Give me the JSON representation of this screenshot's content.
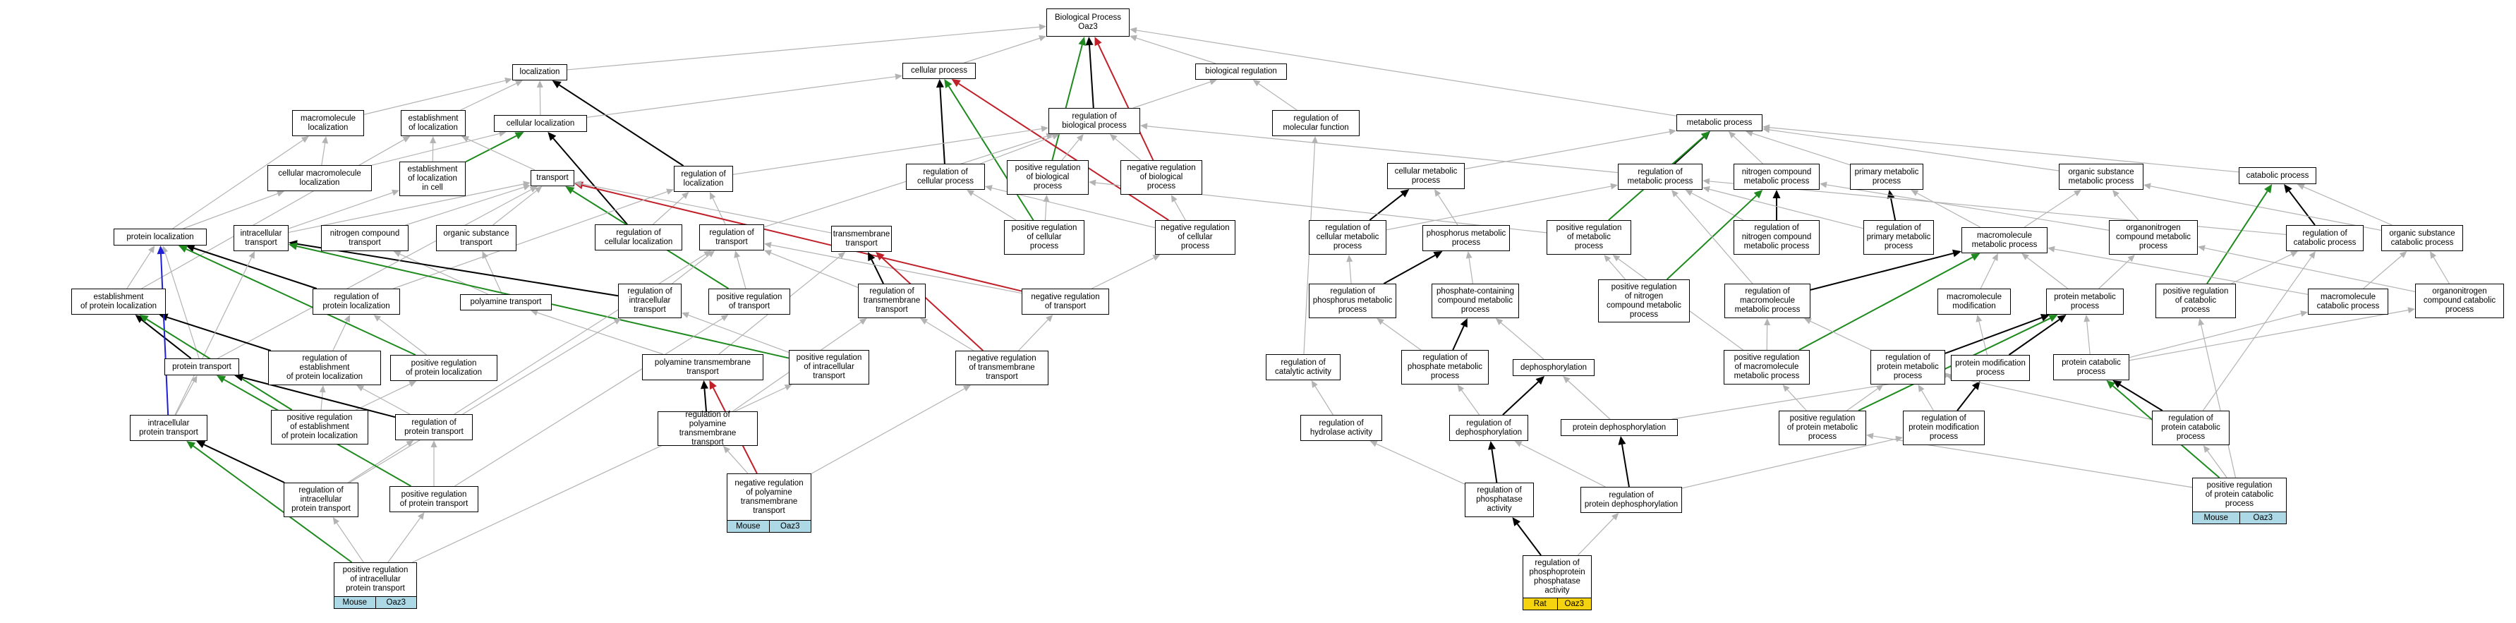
{
  "colors": {
    "default_edge": "#b3b3b3",
    "is_a": "#000000",
    "positive": "#1e8a1e",
    "negative": "#c0202a",
    "part_of": "#1f1fd6",
    "mouse_tag": "#add8e6",
    "rat_tag": "#f5d30f"
  },
  "nodes": [
    {
      "id": "bp",
      "label": "Biological Process\nOaz3"
    },
    {
      "id": "loc",
      "label": "localization"
    },
    {
      "id": "cp",
      "label": "cellular process"
    },
    {
      "id": "breg",
      "label": "biological regulation"
    },
    {
      "id": "macloc",
      "label": "macromolecule\nlocalization"
    },
    {
      "id": "estloc",
      "label": "establishment\nof localization"
    },
    {
      "id": "cloc",
      "label": "cellular localization"
    },
    {
      "id": "regbp",
      "label": "regulation of\nbiological process"
    },
    {
      "id": "regmf",
      "label": "regulation of\nmolecular function"
    },
    {
      "id": "mp",
      "label": "metabolic process"
    },
    {
      "id": "cmacloc",
      "label": "cellular macromolecule\nlocalization"
    },
    {
      "id": "estlocc",
      "label": "establishment\nof localization\nin cell"
    },
    {
      "id": "trans",
      "label": "transport"
    },
    {
      "id": "regloc",
      "label": "regulation of\nlocalization"
    },
    {
      "id": "regcp",
      "label": "regulation of\ncellular process"
    },
    {
      "id": "posbp",
      "label": "positive regulation\nof biological\nprocess"
    },
    {
      "id": "negbp",
      "label": "negative regulation\nof biological\nprocess"
    },
    {
      "id": "cmp",
      "label": "cellular metabolic\nprocess"
    },
    {
      "id": "regmp",
      "label": "regulation of\nmetabolic process"
    },
    {
      "id": "ncmp",
      "label": "nitrogen compound\nmetabolic process"
    },
    {
      "id": "pmp",
      "label": "primary metabolic\nprocess"
    },
    {
      "id": "osmp",
      "label": "organic substance\nmetabolic process"
    },
    {
      "id": "catp",
      "label": "catabolic process"
    },
    {
      "id": "ploc",
      "label": "protein localization"
    },
    {
      "id": "ictr",
      "label": "intracellular\ntransport"
    },
    {
      "id": "nctr",
      "label": "nitrogen compound\ntransport"
    },
    {
      "id": "ostr",
      "label": "organic substance\ntransport"
    },
    {
      "id": "regcloc",
      "label": "regulation of\ncellular localization"
    },
    {
      "id": "regtr",
      "label": "regulation of\ntransport"
    },
    {
      "id": "tmtr",
      "label": "transmembrane\ntransport"
    },
    {
      "id": "poscp",
      "label": "positive regulation\nof cellular\nprocess"
    },
    {
      "id": "negcp",
      "label": "negative regulation\nof cellular\nprocess"
    },
    {
      "id": "regcmp",
      "label": "regulation of\ncellular metabolic\nprocess"
    },
    {
      "id": "phmp",
      "label": "phosphorus metabolic\nprocess"
    },
    {
      "id": "posmp",
      "label": "positive regulation\nof metabolic\nprocess"
    },
    {
      "id": "regncmp",
      "label": "regulation of\nnitrogen compound\nmetabolic process"
    },
    {
      "id": "regpmp",
      "label": "regulation of\nprimary metabolic\nprocess"
    },
    {
      "id": "macmp",
      "label": "macromolecule\nmetabolic process"
    },
    {
      "id": "oncmp",
      "label": "organonitrogen\ncompound metabolic\nprocess"
    },
    {
      "id": "regcatp",
      "label": "regulation of\ncatabolic process"
    },
    {
      "id": "oscp",
      "label": "organic substance\ncatabolic process"
    },
    {
      "id": "estploc",
      "label": "establishment\nof protein localization"
    },
    {
      "id": "regploc",
      "label": "regulation of\nprotein localization"
    },
    {
      "id": "polytr",
      "label": "polyamine transport"
    },
    {
      "id": "regictr",
      "label": "regulation of\nintracellular\ntransport"
    },
    {
      "id": "postr",
      "label": "positive regulation\nof transport"
    },
    {
      "id": "regtmtr",
      "label": "regulation of\ntransmembrane\ntransport"
    },
    {
      "id": "negtr",
      "label": "negative regulation\nof transport"
    },
    {
      "id": "regphmp",
      "label": "regulation of\nphosphorus metabolic\nprocess"
    },
    {
      "id": "phcmp",
      "label": "phosphate-containing\ncompound metabolic\nprocess"
    },
    {
      "id": "posncmp",
      "label": "positive regulation\nof nitrogen\ncompound metabolic\nprocess"
    },
    {
      "id": "regmacmp",
      "label": "regulation of\nmacromolecule\nmetabolic process"
    },
    {
      "id": "macmod",
      "label": "macromolecule\nmodification"
    },
    {
      "id": "protmp",
      "label": "protein metabolic\nprocess"
    },
    {
      "id": "poscatp",
      "label": "positive regulation\nof catabolic\nprocess"
    },
    {
      "id": "maccp",
      "label": "macromolecule\ncatabolic process"
    },
    {
      "id": "onccp",
      "label": "organonitrogen\ncompound catabolic\nprocess"
    },
    {
      "id": "prottr",
      "label": "protein transport"
    },
    {
      "id": "regestploc",
      "label": "regulation of\nestablishment\nof protein localization"
    },
    {
      "id": "posploc",
      "label": "positive regulation\nof protein localization"
    },
    {
      "id": "polytmtr",
      "label": "polyamine transmembrane\ntransport"
    },
    {
      "id": "posictr",
      "label": "positive regulation\nof intracellular\ntransport"
    },
    {
      "id": "negtmtr",
      "label": "negative regulation\nof transmembrane\ntransport"
    },
    {
      "id": "regcat",
      "label": "regulation of\ncatalytic activity"
    },
    {
      "id": "regphp",
      "label": "regulation of\nphosphate metabolic\nprocess"
    },
    {
      "id": "deph",
      "label": "dephosphorylation"
    },
    {
      "id": "posmacmp",
      "label": "positive regulation\nof macromolecule\nmetabolic process"
    },
    {
      "id": "regprotmp",
      "label": "regulation of\nprotein metabolic\nprocess"
    },
    {
      "id": "protmod",
      "label": "protein modification\nprocess"
    },
    {
      "id": "protcp",
      "label": "protein catabolic\nprocess"
    },
    {
      "id": "icprottr",
      "label": "intracellular\nprotein transport"
    },
    {
      "id": "posestploc",
      "label": "positive regulation\nof establishment\nof protein localization"
    },
    {
      "id": "regprottr",
      "label": "regulation of\nprotein transport"
    },
    {
      "id": "regpolytmtr",
      "label": "regulation of\npolyamine transmembrane\ntransport"
    },
    {
      "id": "reghyd",
      "label": "regulation of\nhydrolase activity"
    },
    {
      "id": "regdeph",
      "label": "regulation of\ndephosphorylation"
    },
    {
      "id": "protdeph",
      "label": "protein dephosphorylation"
    },
    {
      "id": "posprotmp",
      "label": "positive regulation\nof protein metabolic\nprocess"
    },
    {
      "id": "regprotmod",
      "label": "regulation of\nprotein modification\nprocess"
    },
    {
      "id": "regprotcp",
      "label": "regulation of\nprotein catabolic\nprocess"
    },
    {
      "id": "regicprottr",
      "label": "regulation of\nintracellular\nprotein transport"
    },
    {
      "id": "posprottr",
      "label": "positive regulation\nof protein transport"
    },
    {
      "id": "negpolytmtr",
      "label": "negative regulation\nof polyamine\ntransmembrane\ntransport"
    },
    {
      "id": "regphosact",
      "label": "regulation of\nphosphatase\nactivity"
    },
    {
      "id": "regprotdeph",
      "label": "regulation of\nprotein dephosphorylation"
    },
    {
      "id": "posprotcp",
      "label": "positive regulation\nof protein catabolic\nprocess"
    },
    {
      "id": "posicprottr",
      "label": "positive regulation\nof intracellular\nprotein transport"
    },
    {
      "id": "regppact",
      "label": "regulation of\nphosphoprotein\nphosphatase\nactivity"
    }
  ],
  "tags": [
    {
      "node": "negpolytmtr",
      "species": "Mouse",
      "gene": "Oaz3",
      "color": "mouse"
    },
    {
      "node": "posprotcp",
      "species": "Mouse",
      "gene": "Oaz3",
      "color": "mouse"
    },
    {
      "node": "posicprottr",
      "species": "Mouse",
      "gene": "Oaz3",
      "color": "mouse"
    },
    {
      "node": "regppact",
      "species": "Rat",
      "gene": "Oaz3",
      "color": "rat"
    }
  ],
  "edges": [
    [
      "loc",
      "bp",
      "g"
    ],
    [
      "cp",
      "bp",
      "g"
    ],
    [
      "regbp",
      "bp",
      "k"
    ],
    [
      "posbp",
      "bp",
      "p"
    ],
    [
      "negbp",
      "bp",
      "n"
    ],
    [
      "breg",
      "bp",
      "g"
    ],
    [
      "mp",
      "bp",
      "g"
    ],
    [
      "macloc",
      "loc",
      "g"
    ],
    [
      "estloc",
      "loc",
      "g"
    ],
    [
      "cloc",
      "loc",
      "g"
    ],
    [
      "regloc",
      "loc",
      "k"
    ],
    [
      "cloc",
      "cp",
      "g"
    ],
    [
      "regcp",
      "cp",
      "k"
    ],
    [
      "poscp",
      "cp",
      "p"
    ],
    [
      "negcp",
      "cp",
      "n"
    ],
    [
      "regbp",
      "breg",
      "g"
    ],
    [
      "regmf",
      "breg",
      "g"
    ],
    [
      "posbp",
      "regbp",
      "g"
    ],
    [
      "negbp",
      "regbp",
      "g"
    ],
    [
      "regcp",
      "regbp",
      "g"
    ],
    [
      "regloc",
      "regbp",
      "g"
    ],
    [
      "regmp",
      "regbp",
      "g"
    ],
    [
      "cmacloc",
      "macloc",
      "g"
    ],
    [
      "cmacloc",
      "cloc",
      "g"
    ],
    [
      "estlocc",
      "estloc",
      "g"
    ],
    [
      "estlocc",
      "cloc",
      "p"
    ],
    [
      "trans",
      "estloc",
      "g"
    ],
    [
      "regcloc",
      "cloc",
      "k"
    ],
    [
      "regcloc",
      "regloc",
      "g"
    ],
    [
      "regtr",
      "regloc",
      "g"
    ],
    [
      "cmp",
      "mp",
      "g"
    ],
    [
      "regmp",
      "mp",
      "k"
    ],
    [
      "posmp",
      "mp",
      "p"
    ],
    [
      "ncmp",
      "mp",
      "g"
    ],
    [
      "pmp",
      "mp",
      "g"
    ],
    [
      "osmp",
      "mp",
      "g"
    ],
    [
      "catp",
      "mp",
      "g"
    ],
    [
      "ploc",
      "cmacloc",
      "g"
    ],
    [
      "ploc",
      "macloc",
      "g"
    ],
    [
      "ictr",
      "trans",
      "g"
    ],
    [
      "ictr",
      "estlocc",
      "g"
    ],
    [
      "nctr",
      "trans",
      "g"
    ],
    [
      "ostr",
      "trans",
      "g"
    ],
    [
      "regtr",
      "regbp",
      "g"
    ],
    [
      "postr",
      "trans",
      "p"
    ],
    [
      "negtr",
      "trans",
      "n"
    ],
    [
      "tmtr",
      "trans",
      "g"
    ],
    [
      "poscp",
      "posbp",
      "g"
    ],
    [
      "poscp",
      "regcp",
      "g"
    ],
    [
      "negcp",
      "negbp",
      "g"
    ],
    [
      "negcp",
      "regcp",
      "g"
    ],
    [
      "regcmp",
      "cmp",
      "k"
    ],
    [
      "regcmp",
      "regmp",
      "g"
    ],
    [
      "phmp",
      "cmp",
      "g"
    ],
    [
      "posmp",
      "posbp",
      "g"
    ],
    [
      "regncmp",
      "ncmp",
      "k"
    ],
    [
      "regncmp",
      "regmp",
      "g"
    ],
    [
      "regpmp",
      "pmp",
      "k"
    ],
    [
      "regpmp",
      "regmp",
      "g"
    ],
    [
      "macmp",
      "pmp",
      "g"
    ],
    [
      "macmp",
      "osmp",
      "g"
    ],
    [
      "oncmp",
      "ncmp",
      "g"
    ],
    [
      "oncmp",
      "osmp",
      "g"
    ],
    [
      "regcatp",
      "catp",
      "k"
    ],
    [
      "regcatp",
      "regmp",
      "g"
    ],
    [
      "oscp",
      "catp",
      "g"
    ],
    [
      "oscp",
      "osmp",
      "g"
    ],
    [
      "estploc",
      "ploc",
      "g"
    ],
    [
      "estploc",
      "estloc",
      "g"
    ],
    [
      "regploc",
      "ploc",
      "k"
    ],
    [
      "regploc",
      "regloc",
      "g"
    ],
    [
      "polytr",
      "nctr",
      "g"
    ],
    [
      "polytr",
      "ostr",
      "g"
    ],
    [
      "regictr",
      "ictr",
      "k"
    ],
    [
      "regictr",
      "regtr",
      "g"
    ],
    [
      "postr",
      "regtr",
      "g"
    ],
    [
      "regtmtr",
      "tmtr",
      "k"
    ],
    [
      "regtmtr",
      "regtr",
      "g"
    ],
    [
      "negtr",
      "regtr",
      "g"
    ],
    [
      "negtr",
      "negcp",
      "g"
    ],
    [
      "regphmp",
      "phmp",
      "k"
    ],
    [
      "regphmp",
      "regcmp",
      "g"
    ],
    [
      "phcmp",
      "phmp",
      "g"
    ],
    [
      "posncmp",
      "posmp",
      "g"
    ],
    [
      "posncmp",
      "ncmp",
      "p"
    ],
    [
      "regmacmp",
      "macmp",
      "k"
    ],
    [
      "regmacmp",
      "regmp",
      "g"
    ],
    [
      "macmod",
      "macmp",
      "g"
    ],
    [
      "protmp",
      "macmp",
      "g"
    ],
    [
      "protmp",
      "oncmp",
      "g"
    ],
    [
      "poscatp",
      "catp",
      "p"
    ],
    [
      "poscatp",
      "regcatp",
      "g"
    ],
    [
      "maccp",
      "macmp",
      "g"
    ],
    [
      "maccp",
      "oscp",
      "g"
    ],
    [
      "onccp",
      "oncmp",
      "g"
    ],
    [
      "onccp",
      "oscp",
      "g"
    ],
    [
      "prottr",
      "ploc",
      "g"
    ],
    [
      "prottr",
      "estploc",
      "k"
    ],
    [
      "prottr",
      "trans",
      "g"
    ],
    [
      "regestploc",
      "estploc",
      "k"
    ],
    [
      "regestploc",
      "regploc",
      "g"
    ],
    [
      "posploc",
      "ploc",
      "p"
    ],
    [
      "posploc",
      "regploc",
      "g"
    ],
    [
      "polytmtr",
      "polytr",
      "g"
    ],
    [
      "polytmtr",
      "tmtr",
      "g"
    ],
    [
      "posictr",
      "ictr",
      "p"
    ],
    [
      "posictr",
      "regictr",
      "g"
    ],
    [
      "negtmtr",
      "tmtr",
      "n"
    ],
    [
      "negtmtr",
      "regtmtr",
      "g"
    ],
    [
      "negtmtr",
      "negtr",
      "g"
    ],
    [
      "regcat",
      "regmf",
      "g"
    ],
    [
      "regphp",
      "phcmp",
      "k"
    ],
    [
      "regphp",
      "regphmp",
      "g"
    ],
    [
      "deph",
      "phcmp",
      "g"
    ],
    [
      "posmacmp",
      "macmp",
      "p"
    ],
    [
      "posmacmp",
      "regmacmp",
      "g"
    ],
    [
      "posmacmp",
      "posmp",
      "g"
    ],
    [
      "regprotmp",
      "protmp",
      "k"
    ],
    [
      "regprotmp",
      "regmacmp",
      "g"
    ],
    [
      "protmod",
      "macmod",
      "g"
    ],
    [
      "protmod",
      "protmp",
      "k"
    ],
    [
      "protcp",
      "protmp",
      "g"
    ],
    [
      "protcp",
      "maccp",
      "g"
    ],
    [
      "protcp",
      "onccp",
      "g"
    ],
    [
      "icprottr",
      "prottr",
      "g"
    ],
    [
      "icprottr",
      "ictr",
      "g"
    ],
    [
      "icprottr",
      "ploc",
      "m"
    ],
    [
      "posestploc",
      "regestploc",
      "g"
    ],
    [
      "posestploc",
      "estploc",
      "p"
    ],
    [
      "posestploc",
      "posploc",
      "g"
    ],
    [
      "regprottr",
      "prottr",
      "k"
    ],
    [
      "regprottr",
      "regestploc",
      "g"
    ],
    [
      "regprottr",
      "regtr",
      "g"
    ],
    [
      "regpolytmtr",
      "polytmtr",
      "k"
    ],
    [
      "regpolytmtr",
      "regtmtr",
      "g"
    ],
    [
      "reghyd",
      "regcat",
      "g"
    ],
    [
      "regdeph",
      "deph",
      "k"
    ],
    [
      "regdeph",
      "regphp",
      "g"
    ],
    [
      "protdeph",
      "deph",
      "g"
    ],
    [
      "protdeph",
      "protmod",
      "g"
    ],
    [
      "posprotmp",
      "protmp",
      "p"
    ],
    [
      "posprotmp",
      "regprotmp",
      "g"
    ],
    [
      "posprotmp",
      "posmacmp",
      "g"
    ],
    [
      "regprotmod",
      "protmod",
      "k"
    ],
    [
      "regprotmod",
      "regprotmp",
      "g"
    ],
    [
      "regprotcp",
      "protcp",
      "k"
    ],
    [
      "regprotcp",
      "regcatp",
      "g"
    ],
    [
      "regprotcp",
      "regprotmp",
      "g"
    ],
    [
      "regicprottr",
      "icprottr",
      "k"
    ],
    [
      "regicprottr",
      "regprottr",
      "g"
    ],
    [
      "regicprottr",
      "regictr",
      "g"
    ],
    [
      "posprottr",
      "prottr",
      "p"
    ],
    [
      "posprottr",
      "regprottr",
      "g"
    ],
    [
      "posprottr",
      "postr",
      "g"
    ],
    [
      "negpolytmtr",
      "polytmtr",
      "n"
    ],
    [
      "negpolytmtr",
      "regpolytmtr",
      "g"
    ],
    [
      "negpolytmtr",
      "negtmtr",
      "g"
    ],
    [
      "regphosact",
      "reghyd",
      "g"
    ],
    [
      "regphosact",
      "regdeph",
      "k"
    ],
    [
      "regprotdeph",
      "protdeph",
      "k"
    ],
    [
      "regprotdeph",
      "regprotmod",
      "g"
    ],
    [
      "regprotdeph",
      "regdeph",
      "g"
    ],
    [
      "posprotcp",
      "protcp",
      "p"
    ],
    [
      "posprotcp",
      "regprotcp",
      "g"
    ],
    [
      "posprotcp",
      "posprotmp",
      "g"
    ],
    [
      "posprotcp",
      "poscatp",
      "g"
    ],
    [
      "posicprottr",
      "icprottr",
      "p"
    ],
    [
      "posicprottr",
      "regicprottr",
      "g"
    ],
    [
      "posicprottr",
      "posictr",
      "g"
    ],
    [
      "posicprottr",
      "posprottr",
      "g"
    ],
    [
      "regppact",
      "regphosact",
      "k"
    ],
    [
      "regppact",
      "regprotdeph",
      "g"
    ]
  ]
}
